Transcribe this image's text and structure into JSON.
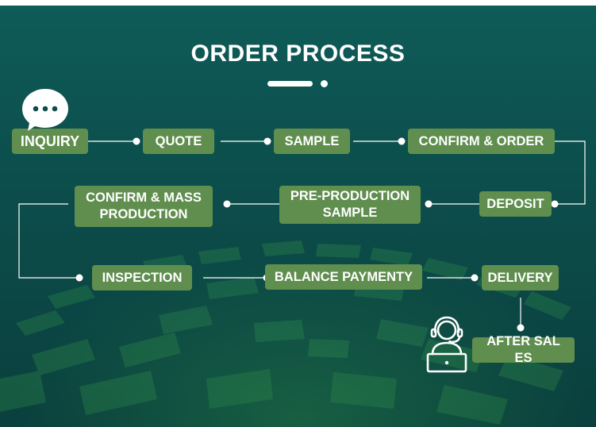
{
  "title": "ORDER PROCESS",
  "colors": {
    "step_fill": "#5f8e4e",
    "background": "#0c4d4b",
    "connector": "#ffffff"
  },
  "icons": {
    "inquiry": "chat-bubble-icon",
    "after_sales": "customer-support-agent-icon"
  },
  "steps": [
    {
      "id": "inquiry",
      "label": "INQUIRY"
    },
    {
      "id": "quote",
      "label": "QUOTE"
    },
    {
      "id": "sample",
      "label": "SAMPLE"
    },
    {
      "id": "confirm_order",
      "label": "CONFIRM & ORDER"
    },
    {
      "id": "deposit",
      "label": "DEPOSIT"
    },
    {
      "id": "pre_production",
      "label": "PRE-PRODUCTION\nSAMPLE"
    },
    {
      "id": "confirm_mass",
      "label": "CONFIRM & MASS\nPRODUCTION"
    },
    {
      "id": "inspection",
      "label": "INSPECTION"
    },
    {
      "id": "balance",
      "label": "BALANCE PAYMENTY"
    },
    {
      "id": "delivery",
      "label": "DELIVERY"
    },
    {
      "id": "after_sales",
      "label": "AFTER SAL ES"
    }
  ]
}
